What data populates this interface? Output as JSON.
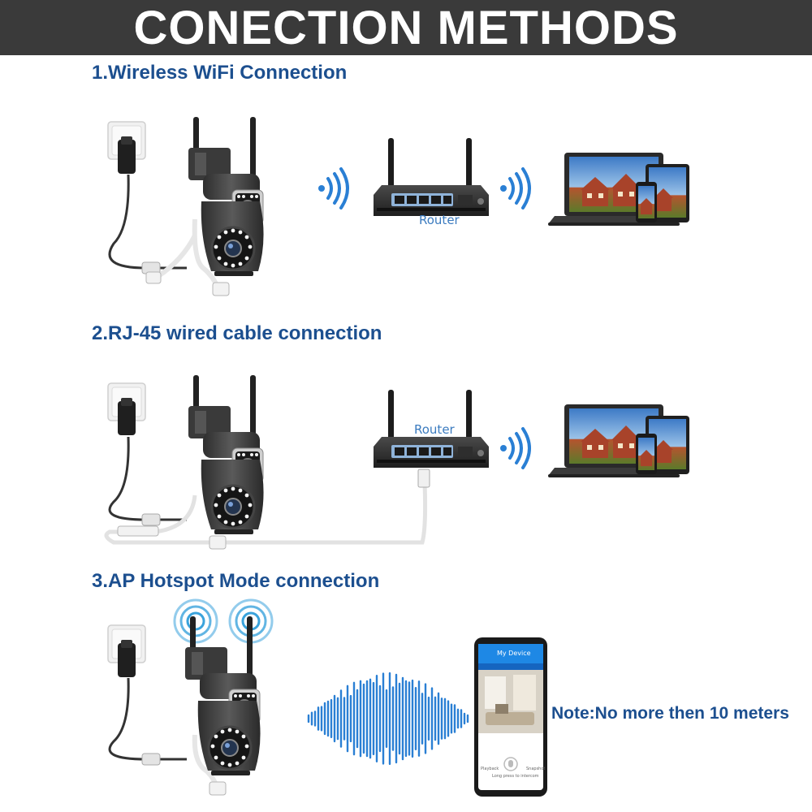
{
  "header": {
    "title": "CONECTION METHODS"
  },
  "sections": [
    {
      "title": "1.Wireless WiFi Connection",
      "router_label": "Router"
    },
    {
      "title": "2.RJ-45 wired cable connection",
      "router_label": "Router"
    },
    {
      "title": "3.AP Hotspot Mode connection"
    }
  ],
  "note": "Note:No more then 10 meters",
  "phone": {
    "title": "My Device",
    "playback_label": "Playback",
    "snapshot_label": "Snapshot",
    "talk_hint": "Long press to intercom"
  },
  "colors": {
    "header_bg": "#3a3a3a",
    "heading_blue": "#1c4f8f",
    "wifi_blue": "#2a7fd4",
    "router_label": "#3b7bbf"
  }
}
